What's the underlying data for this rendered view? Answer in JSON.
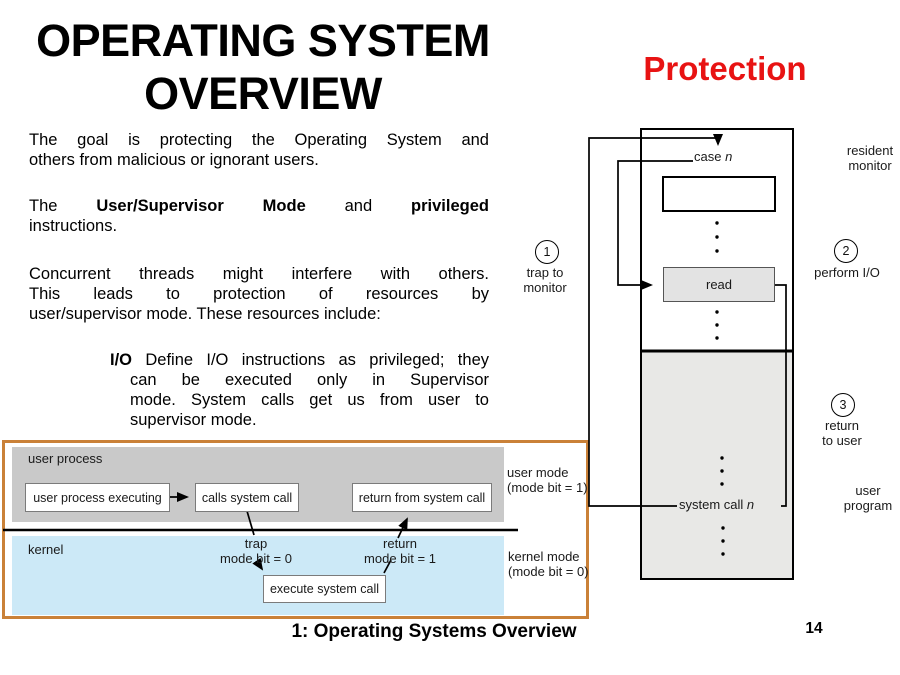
{
  "colors": {
    "accent-red": "#e81313",
    "frame-orange": "#ca8138",
    "user-process-gray": "#c9c9c9",
    "kernel-blue": "#cce9f7",
    "read-gray": "#e3e3e3",
    "program-gray": "#e8e8e6"
  },
  "title": {
    "line1": "OPERATING SYSTEM",
    "line2": "OVERVIEW"
  },
  "protection_heading": "Protection",
  "body": {
    "p1_lines": [
      "The goal is protecting the Operating System and",
      "others from malicious or ignorant users."
    ],
    "p2_segments": {
      "t1": "The ",
      "b1": "User/Supervisor Mode",
      "t2": " and ",
      "b2": "privileged"
    },
    "p2_last_line": "instructions.",
    "p3_lines": [
      "Concurrent threads might interfere with others.",
      "This leads to protection of resources by",
      "user/supervisor mode. These resources include:"
    ],
    "p4_lead": "I/O",
    "p4_first_rest": " Define I/O instructions as privileged; they",
    "p4_lines": [
      "can be executed only in Supervisor",
      "mode. System calls get us from user to",
      "supervisor mode."
    ]
  },
  "mode_diagram": {
    "user_process_label": "user process",
    "kernel_label": "kernel",
    "box_user_process_executing": "user process executing",
    "box_calls_system_call": "calls system call",
    "box_return_from_system_call": "return from system call",
    "box_execute_system_call": "execute system call",
    "trap_label": "trap\nmode bit = 0",
    "return_label": "return\nmode bit = 1",
    "user_mode_label": "user mode\n(mode bit = 1)",
    "kernel_mode_label": "kernel mode\n(mode bit = 0)"
  },
  "monitor_diagram": {
    "case_prefix": "case ",
    "case_var": "n",
    "read_label": "read",
    "syscall_prefix": "system call ",
    "syscall_var": "n",
    "resident_monitor_label": "resident\nmonitor",
    "user_program_label": "user\nprogram",
    "step1_num": "1",
    "step1_label": "trap to\nmonitor",
    "step2_num": "2",
    "step2_label": "perform I/O",
    "step3_num": "3",
    "step3_label": "return\nto user"
  },
  "footer": {
    "caption": "1: Operating Systems Overview",
    "page_number": "14"
  }
}
